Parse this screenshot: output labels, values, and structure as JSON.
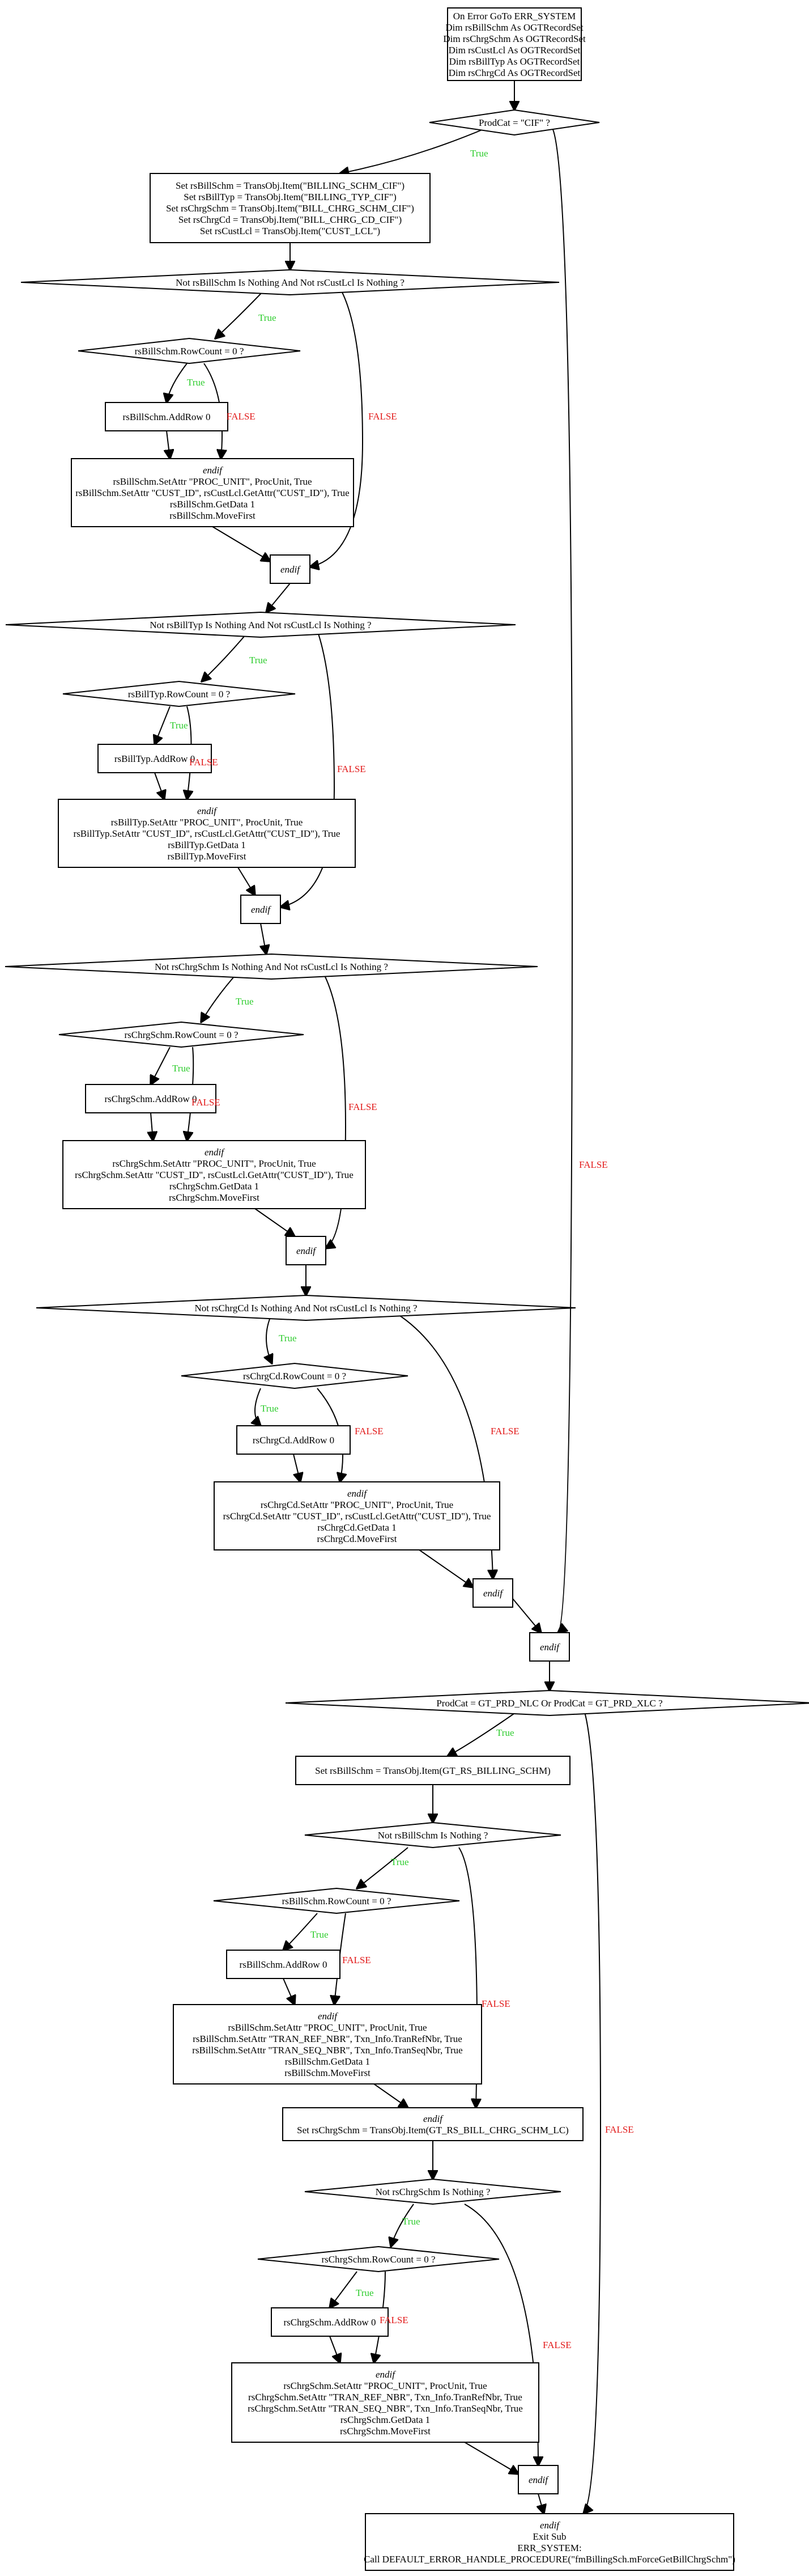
{
  "colors": {
    "true_label": "#2ecc2e",
    "false_label": "#e21a1a",
    "stroke": "#000000",
    "fill": "#ffffff"
  },
  "nodes": [
    {
      "id": "n1",
      "shape": "rect",
      "lines": [
        "On Error GoTo ERR_SYSTEM",
        "Dim rsBillSchm As OGTRecordSet",
        "Dim rsChrgSchm As OGTRecordSet",
        "Dim rsCustLcl As OGTRecordSet",
        "Dim rsBillTyp As OGTRecordSet",
        "Dim rsChrgCd As OGTRecordSet"
      ]
    },
    {
      "id": "d1",
      "shape": "diamond",
      "lines": [
        "ProdCat = \"CIF\"  ?"
      ]
    },
    {
      "id": "n2",
      "shape": "rect",
      "lines": [
        "Set rsBillSchm = TransObj.Item(\"BILLING_SCHM_CIF\")",
        "Set rsBillTyp = TransObj.Item(\"BILLING_TYP_CIF\")",
        "Set rsChrgSchm = TransObj.Item(\"BILL_CHRG_SCHM_CIF\")",
        "Set rsChrgCd = TransObj.Item(\"BILL_CHRG_CD_CIF\")",
        "Set rsCustLcl = TransObj.Item(\"CUST_LCL\")"
      ]
    },
    {
      "id": "d2",
      "shape": "diamond",
      "lines": [
        "Not rsBillSchm Is Nothing And Not rsCustLcl Is Nothing  ?"
      ]
    },
    {
      "id": "d3",
      "shape": "diamond",
      "lines": [
        "rsBillSchm.RowCount = 0  ?"
      ]
    },
    {
      "id": "n3",
      "shape": "rect",
      "lines": [
        "rsBillSchm.AddRow 0"
      ]
    },
    {
      "id": "n4",
      "shape": "rect",
      "lines": [
        "endif",
        "rsBillSchm.SetAttr \"PROC_UNIT\", ProcUnit, True",
        "rsBillSchm.SetAttr \"CUST_ID\", rsCustLcl.GetAttr(\"CUST_ID\"), True",
        "rsBillSchm.GetData 1",
        "rsBillSchm.MoveFirst"
      ]
    },
    {
      "id": "n5",
      "shape": "rect",
      "lines": [
        "endif"
      ]
    },
    {
      "id": "d4",
      "shape": "diamond",
      "lines": [
        "Not rsBillTyp Is Nothing And Not rsCustLcl Is Nothing  ?"
      ]
    },
    {
      "id": "d5",
      "shape": "diamond",
      "lines": [
        "rsBillTyp.RowCount = 0  ?"
      ]
    },
    {
      "id": "n6",
      "shape": "rect",
      "lines": [
        "rsBillTyp.AddRow 0"
      ]
    },
    {
      "id": "n7",
      "shape": "rect",
      "lines": [
        "endif",
        "rsBillTyp.SetAttr \"PROC_UNIT\", ProcUnit, True",
        "rsBillTyp.SetAttr \"CUST_ID\", rsCustLcl.GetAttr(\"CUST_ID\"), True",
        "rsBillTyp.GetData 1",
        "rsBillTyp.MoveFirst"
      ]
    },
    {
      "id": "n8",
      "shape": "rect",
      "lines": [
        "endif"
      ]
    },
    {
      "id": "d6",
      "shape": "diamond",
      "lines": [
        "Not rsChrgSchm Is Nothing And Not rsCustLcl Is Nothing  ?"
      ]
    },
    {
      "id": "d7",
      "shape": "diamond",
      "lines": [
        "rsChrgSchm.RowCount = 0  ?"
      ]
    },
    {
      "id": "n9",
      "shape": "rect",
      "lines": [
        "rsChrgSchm.AddRow 0"
      ]
    },
    {
      "id": "n10",
      "shape": "rect",
      "lines": [
        "endif",
        "rsChrgSchm.SetAttr \"PROC_UNIT\", ProcUnit, True",
        "rsChrgSchm.SetAttr \"CUST_ID\", rsCustLcl.GetAttr(\"CUST_ID\"), True",
        "rsChrgSchm.GetData 1",
        "rsChrgSchm.MoveFirst"
      ]
    },
    {
      "id": "n11",
      "shape": "rect",
      "lines": [
        "endif"
      ]
    },
    {
      "id": "d8",
      "shape": "diamond",
      "lines": [
        "Not rsChrgCd Is Nothing And Not rsCustLcl Is Nothing  ?"
      ]
    },
    {
      "id": "d9",
      "shape": "diamond",
      "lines": [
        "rsChrgCd.RowCount = 0  ?"
      ]
    },
    {
      "id": "n12",
      "shape": "rect",
      "lines": [
        "rsChrgCd.AddRow 0"
      ]
    },
    {
      "id": "n13",
      "shape": "rect",
      "lines": [
        "endif",
        "rsChrgCd.SetAttr \"PROC_UNIT\", ProcUnit, True",
        "rsChrgCd.SetAttr \"CUST_ID\", rsCustLcl.GetAttr(\"CUST_ID\"), True",
        "rsChrgCd.GetData 1",
        "rsChrgCd.MoveFirst"
      ]
    },
    {
      "id": "n14",
      "shape": "rect",
      "lines": [
        "endif"
      ]
    },
    {
      "id": "n15",
      "shape": "rect",
      "lines": [
        "endif"
      ]
    },
    {
      "id": "d10",
      "shape": "diamond",
      "lines": [
        "ProdCat = GT_PRD_NLC Or ProdCat = GT_PRD_XLC  ?"
      ]
    },
    {
      "id": "n16",
      "shape": "rect",
      "lines": [
        "Set rsBillSchm = TransObj.Item(GT_RS_BILLING_SCHM)"
      ]
    },
    {
      "id": "d11",
      "shape": "diamond",
      "lines": [
        "Not rsBillSchm Is Nothing  ?"
      ]
    },
    {
      "id": "d12",
      "shape": "diamond",
      "lines": [
        "rsBillSchm.RowCount = 0  ?"
      ]
    },
    {
      "id": "n17",
      "shape": "rect",
      "lines": [
        "rsBillSchm.AddRow 0"
      ]
    },
    {
      "id": "n18",
      "shape": "rect",
      "lines": [
        "endif",
        "rsBillSchm.SetAttr \"PROC_UNIT\", ProcUnit, True",
        "rsBillSchm.SetAttr \"TRAN_REF_NBR\", Txn_Info.TranRefNbr, True",
        "rsBillSchm.SetAttr \"TRAN_SEQ_NBR\", Txn_Info.TranSeqNbr, True",
        "rsBillSchm.GetData 1",
        "rsBillSchm.MoveFirst"
      ]
    },
    {
      "id": "n19",
      "shape": "rect",
      "lines": [
        "endif",
        "Set rsChrgSchm = TransObj.Item(GT_RS_BILL_CHRG_SCHM_LC)"
      ]
    },
    {
      "id": "d13",
      "shape": "diamond",
      "lines": [
        "Not rsChrgSchm Is Nothing  ?"
      ]
    },
    {
      "id": "d14",
      "shape": "diamond",
      "lines": [
        "rsChrgSchm.RowCount = 0  ?"
      ]
    },
    {
      "id": "n20",
      "shape": "rect",
      "lines": [
        "rsChrgSchm.AddRow 0"
      ]
    },
    {
      "id": "n21",
      "shape": "rect",
      "lines": [
        "endif",
        "rsChrgSchm.SetAttr \"PROC_UNIT\", ProcUnit, True",
        "rsChrgSchm.SetAttr \"TRAN_REF_NBR\", Txn_Info.TranRefNbr, True",
        "rsChrgSchm.SetAttr \"TRAN_SEQ_NBR\", Txn_Info.TranSeqNbr, True",
        "rsChrgSchm.GetData 1",
        "rsChrgSchm.MoveFirst"
      ]
    },
    {
      "id": "n22",
      "shape": "rect",
      "lines": [
        "endif"
      ]
    },
    {
      "id": "n23",
      "shape": "rect",
      "lines": [
        "endif",
        "Exit Sub",
        "ERR_SYSTEM:",
        "Call DEFAULT_ERROR_HANDLE_PROCEDURE(\"fmBillingSch.mForceGetBillChrgSchm\")"
      ]
    }
  ],
  "edges": [
    {
      "from": "n1",
      "to": "d1",
      "label": "",
      "kind": "plain"
    },
    {
      "from": "d1",
      "to": "n2",
      "label": "True",
      "kind": "true"
    },
    {
      "from": "d1",
      "to": "n15",
      "label": "FALSE",
      "kind": "false"
    },
    {
      "from": "n2",
      "to": "d2",
      "label": "",
      "kind": "plain"
    },
    {
      "from": "d2",
      "to": "d3",
      "label": "True",
      "kind": "true"
    },
    {
      "from": "d2",
      "to": "n5",
      "label": "FALSE",
      "kind": "false"
    },
    {
      "from": "d3",
      "to": "n3",
      "label": "True",
      "kind": "true"
    },
    {
      "from": "d3",
      "to": "n4",
      "label": "FALSE",
      "kind": "false"
    },
    {
      "from": "n3",
      "to": "n4",
      "label": "",
      "kind": "plain"
    },
    {
      "from": "n4",
      "to": "n5",
      "label": "",
      "kind": "plain"
    },
    {
      "from": "n5",
      "to": "d4",
      "label": "",
      "kind": "plain"
    },
    {
      "from": "d4",
      "to": "d5",
      "label": "True",
      "kind": "true"
    },
    {
      "from": "d4",
      "to": "n8",
      "label": "FALSE",
      "kind": "false"
    },
    {
      "from": "d5",
      "to": "n6",
      "label": "True",
      "kind": "true"
    },
    {
      "from": "d5",
      "to": "n7",
      "label": "FALSE",
      "kind": "false"
    },
    {
      "from": "n6",
      "to": "n7",
      "label": "",
      "kind": "plain"
    },
    {
      "from": "n7",
      "to": "n8",
      "label": "",
      "kind": "plain"
    },
    {
      "from": "n8",
      "to": "d6",
      "label": "",
      "kind": "plain"
    },
    {
      "from": "d6",
      "to": "d7",
      "label": "True",
      "kind": "true"
    },
    {
      "from": "d6",
      "to": "n11",
      "label": "FALSE",
      "kind": "false"
    },
    {
      "from": "d7",
      "to": "n9",
      "label": "True",
      "kind": "true"
    },
    {
      "from": "d7",
      "to": "n10",
      "label": "FALSE",
      "kind": "false"
    },
    {
      "from": "n9",
      "to": "n10",
      "label": "",
      "kind": "plain"
    },
    {
      "from": "n10",
      "to": "n11",
      "label": "",
      "kind": "plain"
    },
    {
      "from": "n11",
      "to": "d8",
      "label": "",
      "kind": "plain"
    },
    {
      "from": "d8",
      "to": "d9",
      "label": "True",
      "kind": "true"
    },
    {
      "from": "d8",
      "to": "n14",
      "label": "FALSE",
      "kind": "false"
    },
    {
      "from": "d9",
      "to": "n12",
      "label": "True",
      "kind": "true"
    },
    {
      "from": "d9",
      "to": "n13",
      "label": "FALSE",
      "kind": "false"
    },
    {
      "from": "n12",
      "to": "n13",
      "label": "",
      "kind": "plain"
    },
    {
      "from": "n13",
      "to": "n14",
      "label": "",
      "kind": "plain"
    },
    {
      "from": "n14",
      "to": "n15",
      "label": "",
      "kind": "plain"
    },
    {
      "from": "n15",
      "to": "d10",
      "label": "",
      "kind": "plain"
    },
    {
      "from": "d10",
      "to": "n16",
      "label": "True",
      "kind": "true"
    },
    {
      "from": "d10",
      "to": "n23",
      "label": "FALSE",
      "kind": "false"
    },
    {
      "from": "n16",
      "to": "d11",
      "label": "",
      "kind": "plain"
    },
    {
      "from": "d11",
      "to": "d12",
      "label": "True",
      "kind": "true"
    },
    {
      "from": "d11",
      "to": "n19",
      "label": "FALSE",
      "kind": "false"
    },
    {
      "from": "d12",
      "to": "n17",
      "label": "True",
      "kind": "true"
    },
    {
      "from": "d12",
      "to": "n18",
      "label": "FALSE",
      "kind": "false"
    },
    {
      "from": "n17",
      "to": "n18",
      "label": "",
      "kind": "plain"
    },
    {
      "from": "n18",
      "to": "n19",
      "label": "",
      "kind": "plain"
    },
    {
      "from": "n19",
      "to": "d13",
      "label": "",
      "kind": "plain"
    },
    {
      "from": "d13",
      "to": "d14",
      "label": "True",
      "kind": "true"
    },
    {
      "from": "d13",
      "to": "n22",
      "label": "FALSE",
      "kind": "false"
    },
    {
      "from": "d14",
      "to": "n20",
      "label": "True",
      "kind": "true"
    },
    {
      "from": "d14",
      "to": "n21",
      "label": "FALSE",
      "kind": "false"
    },
    {
      "from": "n20",
      "to": "n21",
      "label": "",
      "kind": "plain"
    },
    {
      "from": "n21",
      "to": "n22",
      "label": "",
      "kind": "plain"
    },
    {
      "from": "n22",
      "to": "n23",
      "label": "",
      "kind": "plain"
    }
  ]
}
